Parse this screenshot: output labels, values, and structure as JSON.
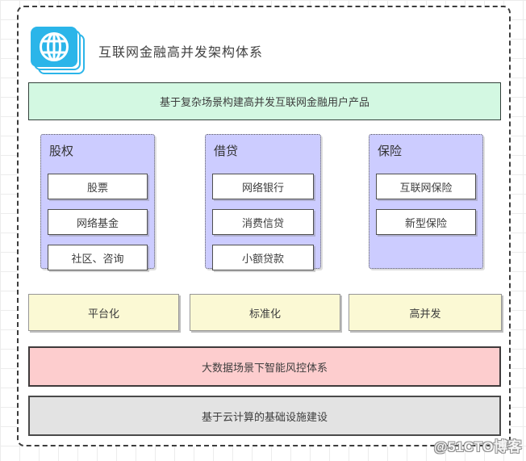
{
  "header": {
    "title": "互联网金融高并发架构体系",
    "icon": "globe-stack-icon"
  },
  "top_banner": {
    "label": "基于复杂场景构建高并发互联网金融用户产品"
  },
  "groups": [
    {
      "label": "股权",
      "items": [
        "股票",
        "网络基金",
        "社区、咨询"
      ]
    },
    {
      "label": "借贷",
      "items": [
        "网络银行",
        "消费信贷",
        "小额贷款"
      ]
    },
    {
      "label": "保险",
      "items": [
        "互联网保险",
        "新型保险"
      ]
    }
  ],
  "capabilities": [
    "平台化",
    "标准化",
    "高并发"
  ],
  "risk_banner": {
    "label": "大数据场景下智能风控体系"
  },
  "infra_banner": {
    "label": "基于云计算的基础设施建设"
  },
  "watermark": "@51CTO博客",
  "colors": {
    "icon_cyan": "#2bb5e9",
    "banner_green": "#d3f8e2",
    "group_purple": "#ccccff",
    "capability_yellow": "#fbf9d4",
    "risk_pink": "#fdcdce",
    "infra_gray": "#e3e3e3",
    "border_dark": "#3c3c3c"
  }
}
